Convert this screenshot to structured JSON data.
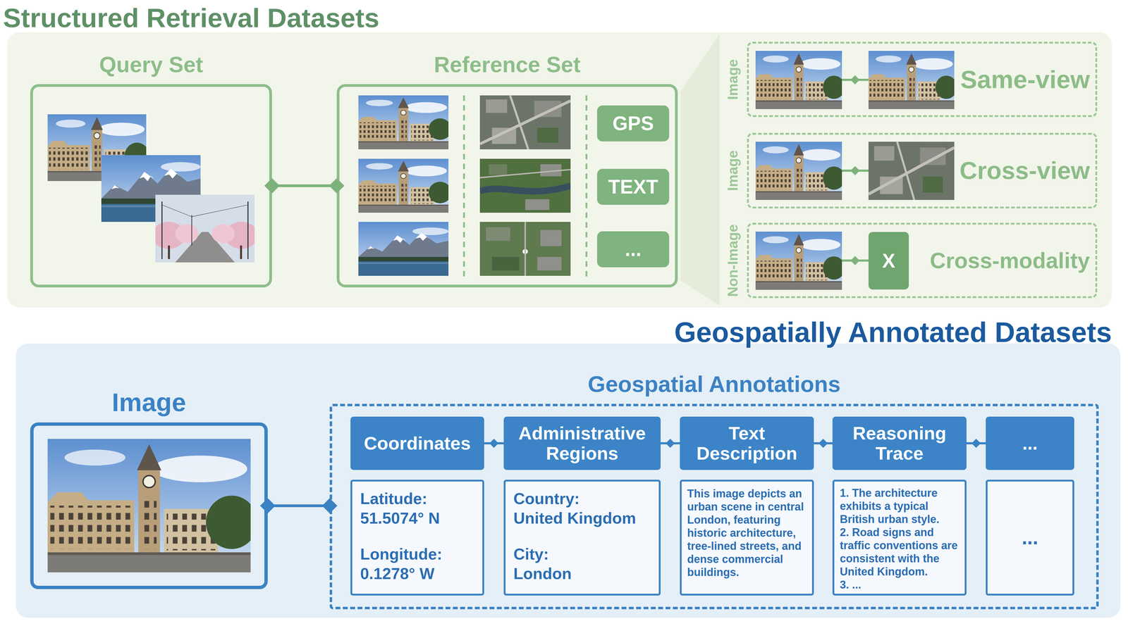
{
  "diagram": {
    "nodes": [
      {
        "text": [
          "Structured Retrieval Datasets"
        ]
      },
      {
        "text": [
          "Query Set"
        ],
        "in": 0
      },
      {
        "text": [
          "Reference Set"
        ],
        "in": 0
      },
      {
        "text": [
          "GPS"
        ],
        "in": 2
      },
      {
        "text": [
          "TEXT"
        ],
        "in": 2
      },
      {
        "text": [
          "..."
        ],
        "in": 2
      },
      {
        "text": [
          "Image",
          "Same-view"
        ],
        "in": 0
      },
      {
        "text": [
          "Image",
          "Cross-view"
        ],
        "in": 0
      },
      {
        "text": [
          "Non-Image",
          "Cross-modality"
        ],
        "in": 0
      },
      {
        "text": [
          "X"
        ],
        "in": 8
      },
      {
        "text": [
          "Geospatially Annotated Datasets"
        ]
      },
      {
        "text": [
          "Image"
        ],
        "in": 10
      },
      {
        "text": [
          "Geospatial Annotations"
        ],
        "in": 10
      },
      {
        "text": [
          "Coordinates"
        ],
        "in": 12
      },
      {
        "text": [
          "Administrative Regions"
        ],
        "in": 12
      },
      {
        "text": [
          "Text Description"
        ],
        "in": 12
      },
      {
        "text": [
          "Reasoning Trace"
        ],
        "in": 12
      },
      {
        "text": [
          "..."
        ],
        "in": 12
      },
      {
        "text": [
          "Latitude:",
          "51.5074° N",
          "Longitude:",
          "0.1278° W"
        ],
        "in": 12
      },
      {
        "text": [
          "Country:",
          "United Kingdom",
          "City:",
          "London"
        ],
        "in": 12
      },
      {
        "text": [
          "This image depicts an urban scene in central London, featuring historic architecture, tree-lined streets, and dense commercial buildings."
        ],
        "in": 12
      },
      {
        "text": [
          "1. The architecture exhibits a typical British urban style.",
          "2. Road signs and traffic conventions are consistent with the United Kingdom.",
          "3. ..."
        ],
        "in": 12
      },
      {
        "text": [
          "..."
        ],
        "in": 12
      }
    ],
    "edges": [
      {
        "from": 1,
        "to": 2,
        "arrow": "both"
      },
      {
        "from": 11,
        "to": 12,
        "arrow": "both"
      },
      {
        "from": 13,
        "to": 14,
        "arrow": "none"
      },
      {
        "from": 14,
        "to": 15,
        "arrow": "none"
      },
      {
        "from": 15,
        "to": 16,
        "arrow": "none"
      },
      {
        "from": 16,
        "to": 17,
        "arrow": "none"
      }
    ]
  }
}
